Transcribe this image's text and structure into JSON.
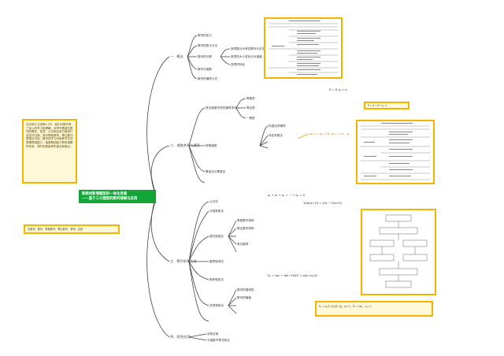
{
  "central_topic": {
    "line1": "新教材新增题型的一体化发展",
    "line2": "——基于三大题型的数列理解与应用"
  },
  "intro_note": "在必修五与选修2-2中，我们对数列有了深入的学习和理解。本章节着重在数列的概念、性质、公式和应用方面进行总结与归纳，其中等差数列、等比数列是重点内容。数列的学习对培养学生的逻辑思维能力、抽象概括能力具有重要的作用，同时也是高考的重点和难点。",
  "tag_note": "关键词：数列、等差数列、等比数列、求和、应用",
  "sections": [
    {
      "label": "一、概念"
    },
    {
      "label": "二、递推关系与通项"
    },
    {
      "label": "三、数列求和方法"
    },
    {
      "label": "四、综合应用"
    }
  ],
  "branches_s1": [
    "数列的定义",
    "数列的表示方法",
    "数列的分类",
    "数列与函数",
    "数列的通项公式"
  ],
  "branches_s1_sub": [
    "按项数分为有穷数列与无穷数列",
    "按项的大小变化分为递增、递减、常数、摆动数列",
    "按项的特征"
  ],
  "branches_s2": [
    "常见递推关系的通项求法",
    "特殊递推",
    "累加法与累乘法"
  ],
  "branches_s2_sub": [
    "等差型",
    "等比型",
    "一般型",
    "构造法求通项",
    "待定系数法"
  ],
  "branches_s3": [
    "公式法",
    "分组求和法",
    "错位相减法",
    "裂项相消法",
    "倒序相加法",
    "并项求和法"
  ],
  "branches_s3_sub": [
    "等差数列求和",
    "等比数列求和",
    "常见裂项",
    "数列的增减性",
    "数列的最值"
  ],
  "branches_s4": [
    "实际应用",
    "与函数不等式综合"
  ],
  "formulas": {
    "sum": "S = Σ aₙ = n",
    "seq": "a₁ + a₂ + a₃ + ⋯ + aₙ = S",
    "recur": "aₙ₊₁ = aₙ + d，aₙ₊₁ = aₙ · q",
    "split": "1/(n(n+1)) = 1/n − 1/(n+1)",
    "total": "Sₙ = na₁ + n(n−1)d/2 = n(a₁+aₙ)/2"
  },
  "box_formula_1": "S = a + d + q · n",
  "box_formula_2": "Sₙ = a₁(1−qⁿ)/(1−q)，q ≠ 1，Sₙ = na₁，q = 1"
}
